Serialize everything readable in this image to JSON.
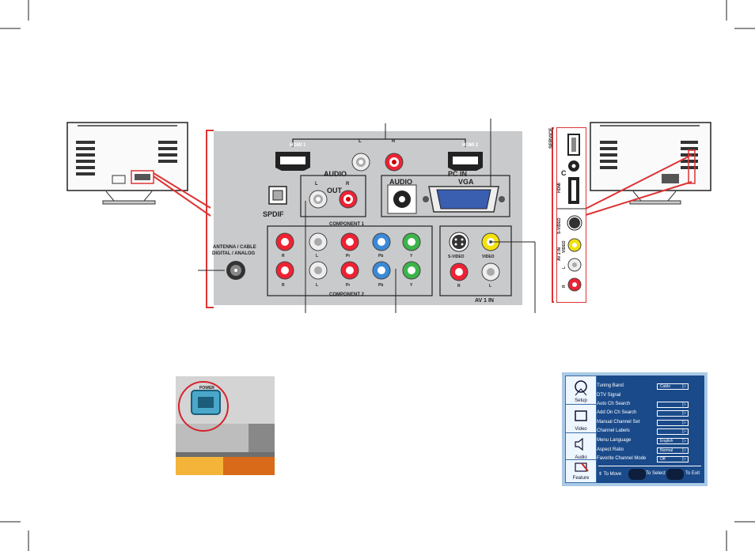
{
  "panel": {
    "hdmi1": "HDMI 1",
    "hdmi2": "HDMI 2",
    "audio_header": "AUDIO",
    "out": "OUT",
    "pc_in_header": "PC IN",
    "pc_audio": "AUDIO",
    "vga": "VGA",
    "spdif": "SPDIF",
    "component1": "COMPONENT 1",
    "component2": "COMPONENT 2",
    "av1_in": "AV 1 IN",
    "svideo": "S-VIDEO",
    "video": "VIDEO",
    "antenna_line1": "ANTENNA / CABLE",
    "antenna_line2": "DIGITAL / ANALOG",
    "L": "L",
    "R": "R",
    "Pr": "Pr",
    "Pb": "Pb",
    "Y": "Y"
  },
  "side_panel": {
    "service": "SERVICE",
    "hdmi": "HDMI",
    "svideo": "S-VIDEO",
    "av2_in": "AV 2 IN",
    "video": "VIDEO",
    "L": "L",
    "R": "R"
  },
  "power": {
    "label": "POWER"
  },
  "menu": {
    "tabs": [
      "Setup",
      "Video",
      "Audio",
      "Feature"
    ],
    "items": [
      {
        "label": "Tuning Band",
        "value": "Cable"
      },
      {
        "label": "DTV Signal",
        "value": ""
      },
      {
        "label": "Auto Ch Search",
        "value": ""
      },
      {
        "label": "Add On Ch Search",
        "value": ""
      },
      {
        "label": "Manual Channel Set",
        "value": ""
      },
      {
        "label": "Channel Labels",
        "value": ""
      },
      {
        "label": "Menu Language",
        "value": "English"
      },
      {
        "label": "Aspect Ratio",
        "value": "Normal"
      },
      {
        "label": "Favorite Channel Mode",
        "value": "Off"
      }
    ],
    "footer": {
      "move": "To Move",
      "select": "To Select",
      "exit": "To Exit"
    }
  }
}
